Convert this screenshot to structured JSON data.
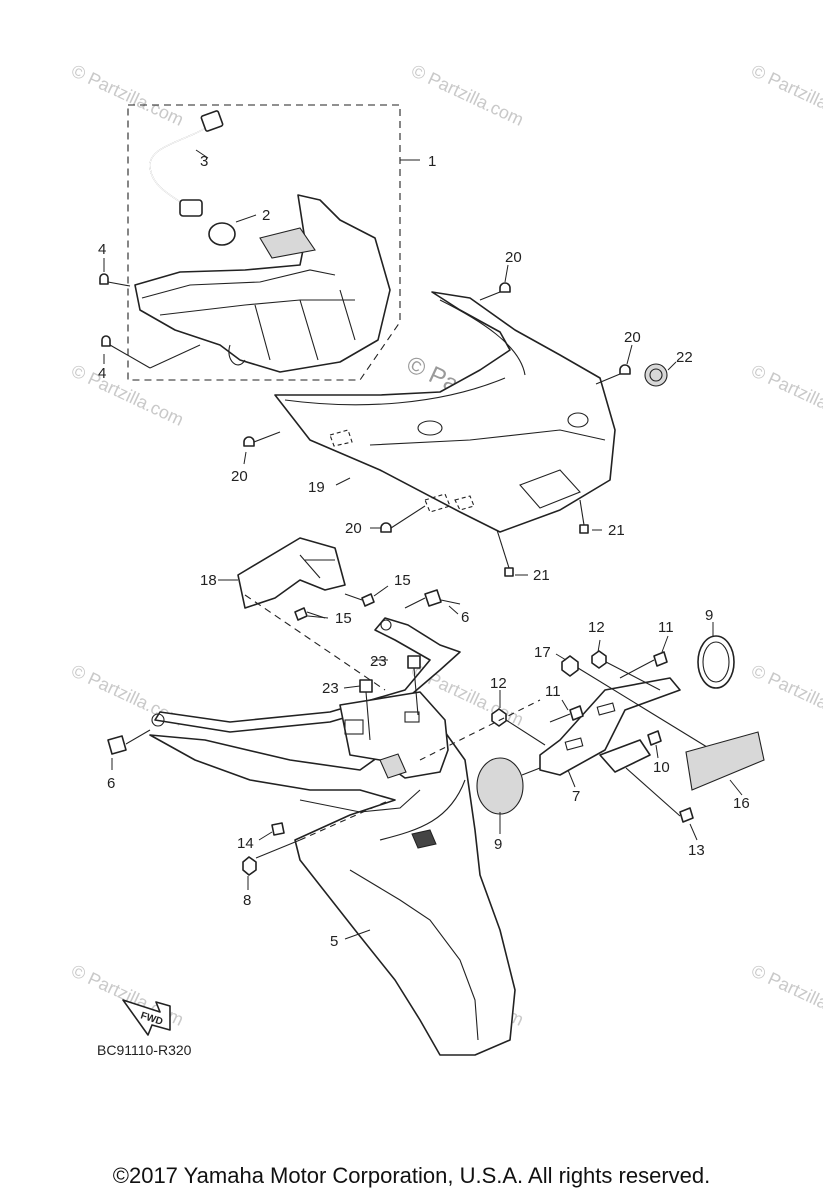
{
  "watermark": "© Partzilla.com",
  "diagram_code": "BC91110-R320",
  "fwd_label": "FWD",
  "copyright": "©2017  Yamaha Motor Corporation, U.S.A. All rights reserved.",
  "callouts": {
    "c1": "1",
    "c2": "2",
    "c3": "3",
    "c4a": "4",
    "c4b": "4",
    "c5": "5",
    "c6a": "6",
    "c6b": "6",
    "c7": "7",
    "c8": "8",
    "c9a": "9",
    "c9b": "9",
    "c10": "10",
    "c11a": "11",
    "c11b": "11",
    "c12a": "12",
    "c12b": "12",
    "c13": "13",
    "c14": "14",
    "c15a": "15",
    "c15b": "15",
    "c16": "16",
    "c17": "17",
    "c18": "18",
    "c19": "19",
    "c20a": "20",
    "c20b": "20",
    "c20c": "20",
    "c20d": "20",
    "c21a": "21",
    "c21b": "21",
    "c22": "22",
    "c23a": "23",
    "c23b": "23"
  }
}
